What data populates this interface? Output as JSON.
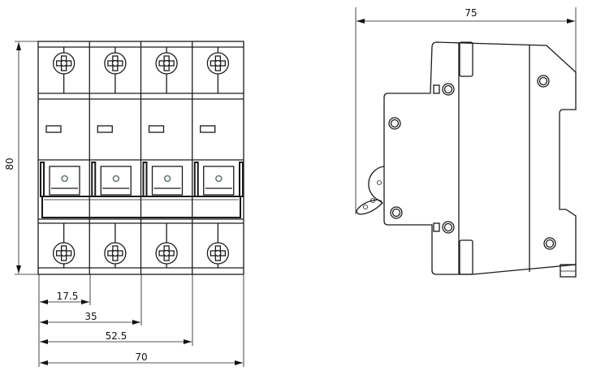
{
  "drawing": {
    "title": "4-pole miniature circuit breaker dimensional drawing",
    "front_view": {
      "poles": 4,
      "dimensions": {
        "height": "80",
        "pole_1": "17.5",
        "pole_2": "35",
        "pole_3": "52.5",
        "total_width": "70"
      }
    },
    "side_view": {
      "dimensions": {
        "depth": "75"
      }
    }
  },
  "colors": {
    "line": "#1a1a1a",
    "indicator": "#6b7a70"
  }
}
